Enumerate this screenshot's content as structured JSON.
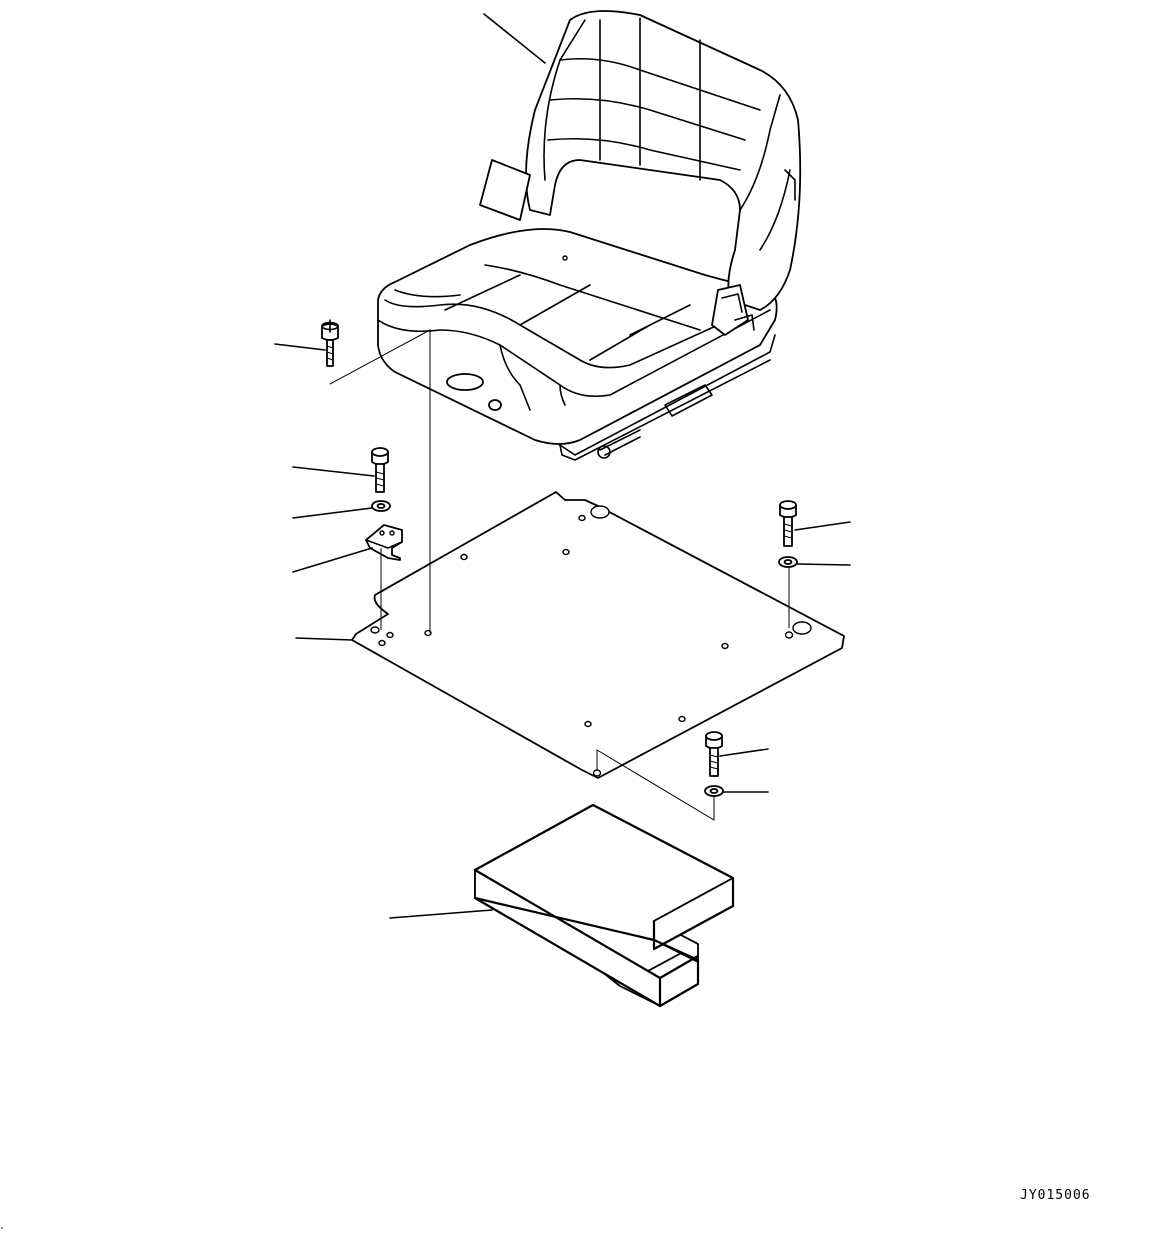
{
  "drawing": {
    "code": "JY015006"
  },
  "parts": [
    {
      "id": "operator-seat"
    },
    {
      "id": "seat-mount-bolt"
    },
    {
      "id": "bracket-bolt"
    },
    {
      "id": "bracket-washer"
    },
    {
      "id": "l-bracket"
    },
    {
      "id": "seat-mounting-plate"
    },
    {
      "id": "plate-bolt-right"
    },
    {
      "id": "plate-washer-right"
    },
    {
      "id": "plate-bolt-front"
    },
    {
      "id": "plate-washer-front"
    },
    {
      "id": "spacer-block"
    }
  ]
}
